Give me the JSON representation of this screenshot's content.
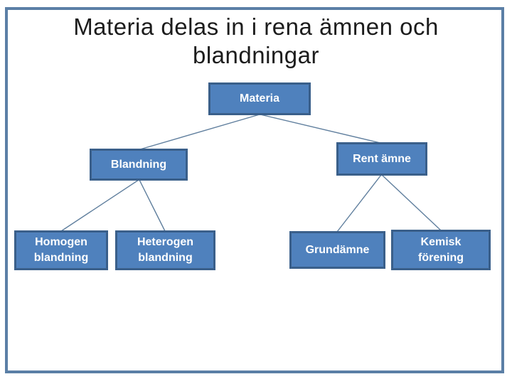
{
  "slide": {
    "title_lines": {
      "line1": "Materia delas in i rena ämnen och",
      "line2": "blandningar"
    }
  },
  "diagram": {
    "nodes": {
      "materia": {
        "label": "Materia"
      },
      "blandning": {
        "label": "Blandning"
      },
      "rent_amne": {
        "label": "Rent ämne"
      },
      "homogen": {
        "label": "Homogen blandning"
      },
      "heterogen": {
        "label": "Heterogen blandning"
      },
      "grundamne": {
        "label": "Grundämne"
      },
      "kemisk": {
        "label": "Kemisk förening"
      }
    },
    "colors": {
      "node_fill": "#4f81bd",
      "node_border": "#3a5f8a",
      "node_text": "#ffffff",
      "connector": "#607f9e",
      "slide_border": "#5b7fa6"
    }
  }
}
